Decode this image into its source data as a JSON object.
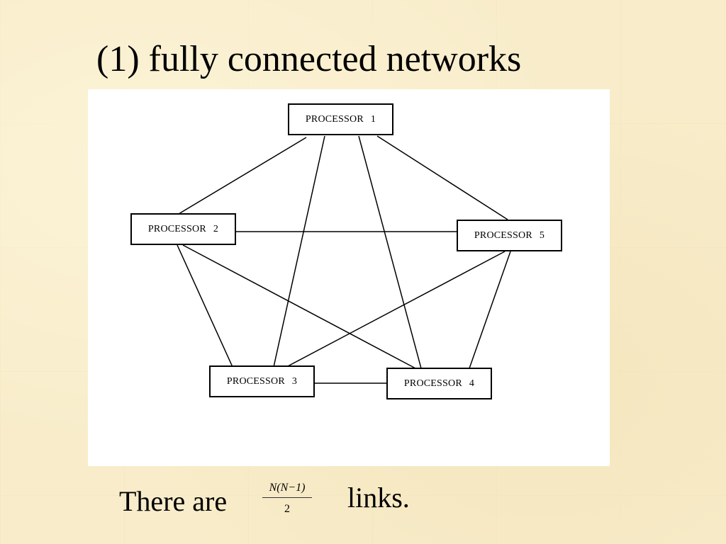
{
  "title": "(1) fully connected networks",
  "diagram": {
    "nodes": [
      {
        "label": "PROCESSOR",
        "id": "1"
      },
      {
        "label": "PROCESSOR",
        "id": "2"
      },
      {
        "label": "PROCESSOR",
        "id": "3"
      },
      {
        "label": "PROCESSOR",
        "id": "4"
      },
      {
        "label": "PROCESSOR",
        "id": "5"
      }
    ],
    "links": [
      [
        "1",
        "2"
      ],
      [
        "1",
        "3"
      ],
      [
        "1",
        "4"
      ],
      [
        "1",
        "5"
      ],
      [
        "2",
        "3"
      ],
      [
        "2",
        "4"
      ],
      [
        "2",
        "5"
      ],
      [
        "3",
        "4"
      ],
      [
        "3",
        "5"
      ],
      [
        "4",
        "5"
      ]
    ]
  },
  "caption": {
    "before": "There are",
    "numerator": "N(N−1)",
    "denominator": "2",
    "after": "links."
  }
}
